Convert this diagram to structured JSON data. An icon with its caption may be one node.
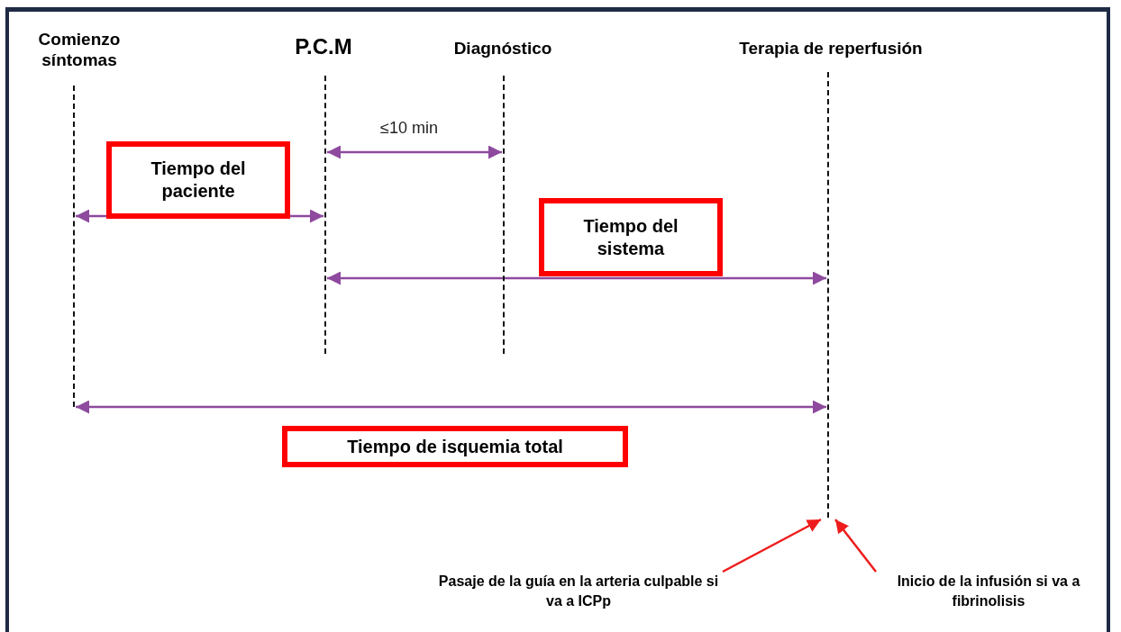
{
  "diagram": {
    "nodes": [
      {
        "text": [],
        "shape": "line",
        "beside": [
          "Comienzo síntomas"
        ]
      },
      {
        "text": [],
        "shape": "line",
        "beside": [
          "P.C.M"
        ]
      },
      {
        "text": [],
        "shape": "line",
        "beside": [
          "Diagnóstico"
        ]
      },
      {
        "text": [],
        "shape": "line",
        "beside": [
          "Terapia de reperfusión"
        ]
      },
      {
        "text": [
          "Tiempo del paciente"
        ]
      },
      {
        "text": [
          "Tiempo del sistema"
        ]
      },
      {
        "text": [
          "Tiempo de isquemia total"
        ]
      },
      {
        "text": [
          "Pasaje de la guía en la arteria culpable si va a ICPp"
        ]
      },
      {
        "text": [
          "Inicio de la infusión si va a fibrinolisis"
        ]
      }
    ],
    "edges": [
      {
        "from": 0,
        "to": 1,
        "arrow": "both",
        "color": "#8e4a9e"
      },
      {
        "from": 1,
        "to": 2,
        "arrow": "both",
        "label": "≤10 min",
        "color": "#8e4a9e"
      },
      {
        "from": 1,
        "to": 3,
        "arrow": "both",
        "color": "#8e4a9e"
      },
      {
        "from": 0,
        "to": 3,
        "arrow": "both",
        "color": "#8e4a9e"
      },
      {
        "from": 7,
        "to": 3,
        "arrow": "to",
        "color": "#ee1c1c"
      },
      {
        "from": 8,
        "to": 3,
        "arrow": "to",
        "color": "#ee1c1c"
      }
    ]
  }
}
